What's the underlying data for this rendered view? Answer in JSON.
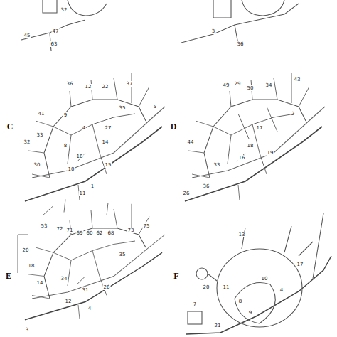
{
  "diagram": {
    "labels": [
      "32",
      "45",
      "47",
      "63",
      "3",
      "36",
      "C",
      "D",
      "E",
      "F",
      "36",
      "12",
      "22",
      "37",
      "35",
      "9",
      "41",
      "33",
      "32",
      "4",
      "27",
      "8",
      "16",
      "14",
      "15",
      "10",
      "11",
      "1",
      "5",
      "30",
      "49",
      "29",
      "50",
      "34",
      "43",
      "2",
      "17",
      "18",
      "16",
      "33",
      "26",
      "36",
      "19",
      "44",
      "53",
      "72",
      "71",
      "69",
      "60",
      "62",
      "68",
      "73",
      "75",
      "20",
      "18",
      "14",
      "34",
      "35",
      "31",
      "26",
      "12",
      "4",
      "3",
      "13",
      "17",
      "10",
      "20",
      "7",
      "8",
      "9",
      "21",
      "4",
      "11"
    ]
  }
}
